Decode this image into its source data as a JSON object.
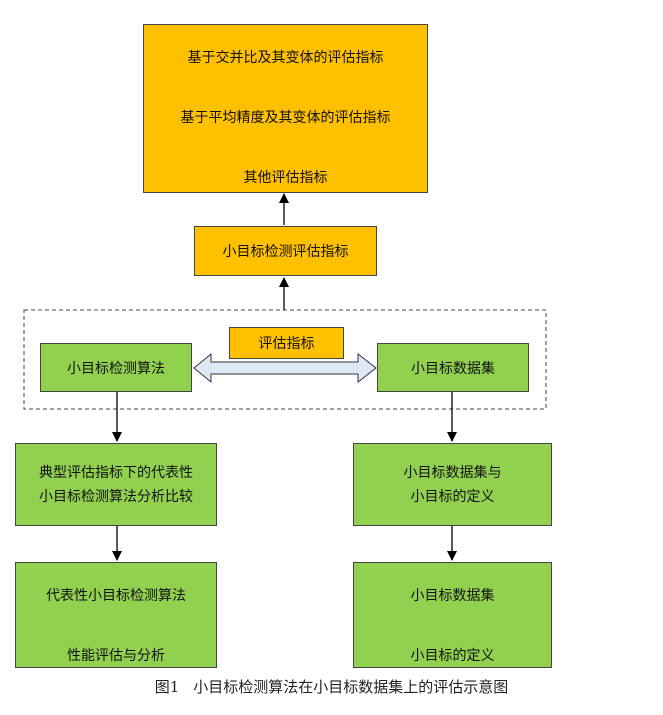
{
  "top_box": {
    "line1": "基于交并比及其变体的评估指标",
    "line2": "基于平均精度及其变体的评估指标",
    "line3": "其他评估指标"
  },
  "metric_box": {
    "label": "小目标检测评估指标"
  },
  "eval_box": {
    "label": "评估指标"
  },
  "algo_box": {
    "label": "小目标检测算法"
  },
  "dataset_box": {
    "label": "小目标数据集"
  },
  "compare_box": {
    "line1": "典型评估指标下的代表性",
    "line2": "小目标检测算法分析比较"
  },
  "definition_box": {
    "line1": "小目标数据集与",
    "line2": "小目标的定义"
  },
  "rep_algo_box": {
    "line1": "代表性小目标检测算法",
    "line2": "性能评估与分析"
  },
  "dataset_def_box": {
    "line1": "小目标数据集",
    "line2": "小目标的定义"
  },
  "caption": {
    "number": "图1",
    "text": "小目标检测算法在小目标数据集上的评估示意图"
  },
  "colors": {
    "orange": "#ffc000",
    "green": "#92d050",
    "double_arrow_fill": "#dde8f5"
  }
}
